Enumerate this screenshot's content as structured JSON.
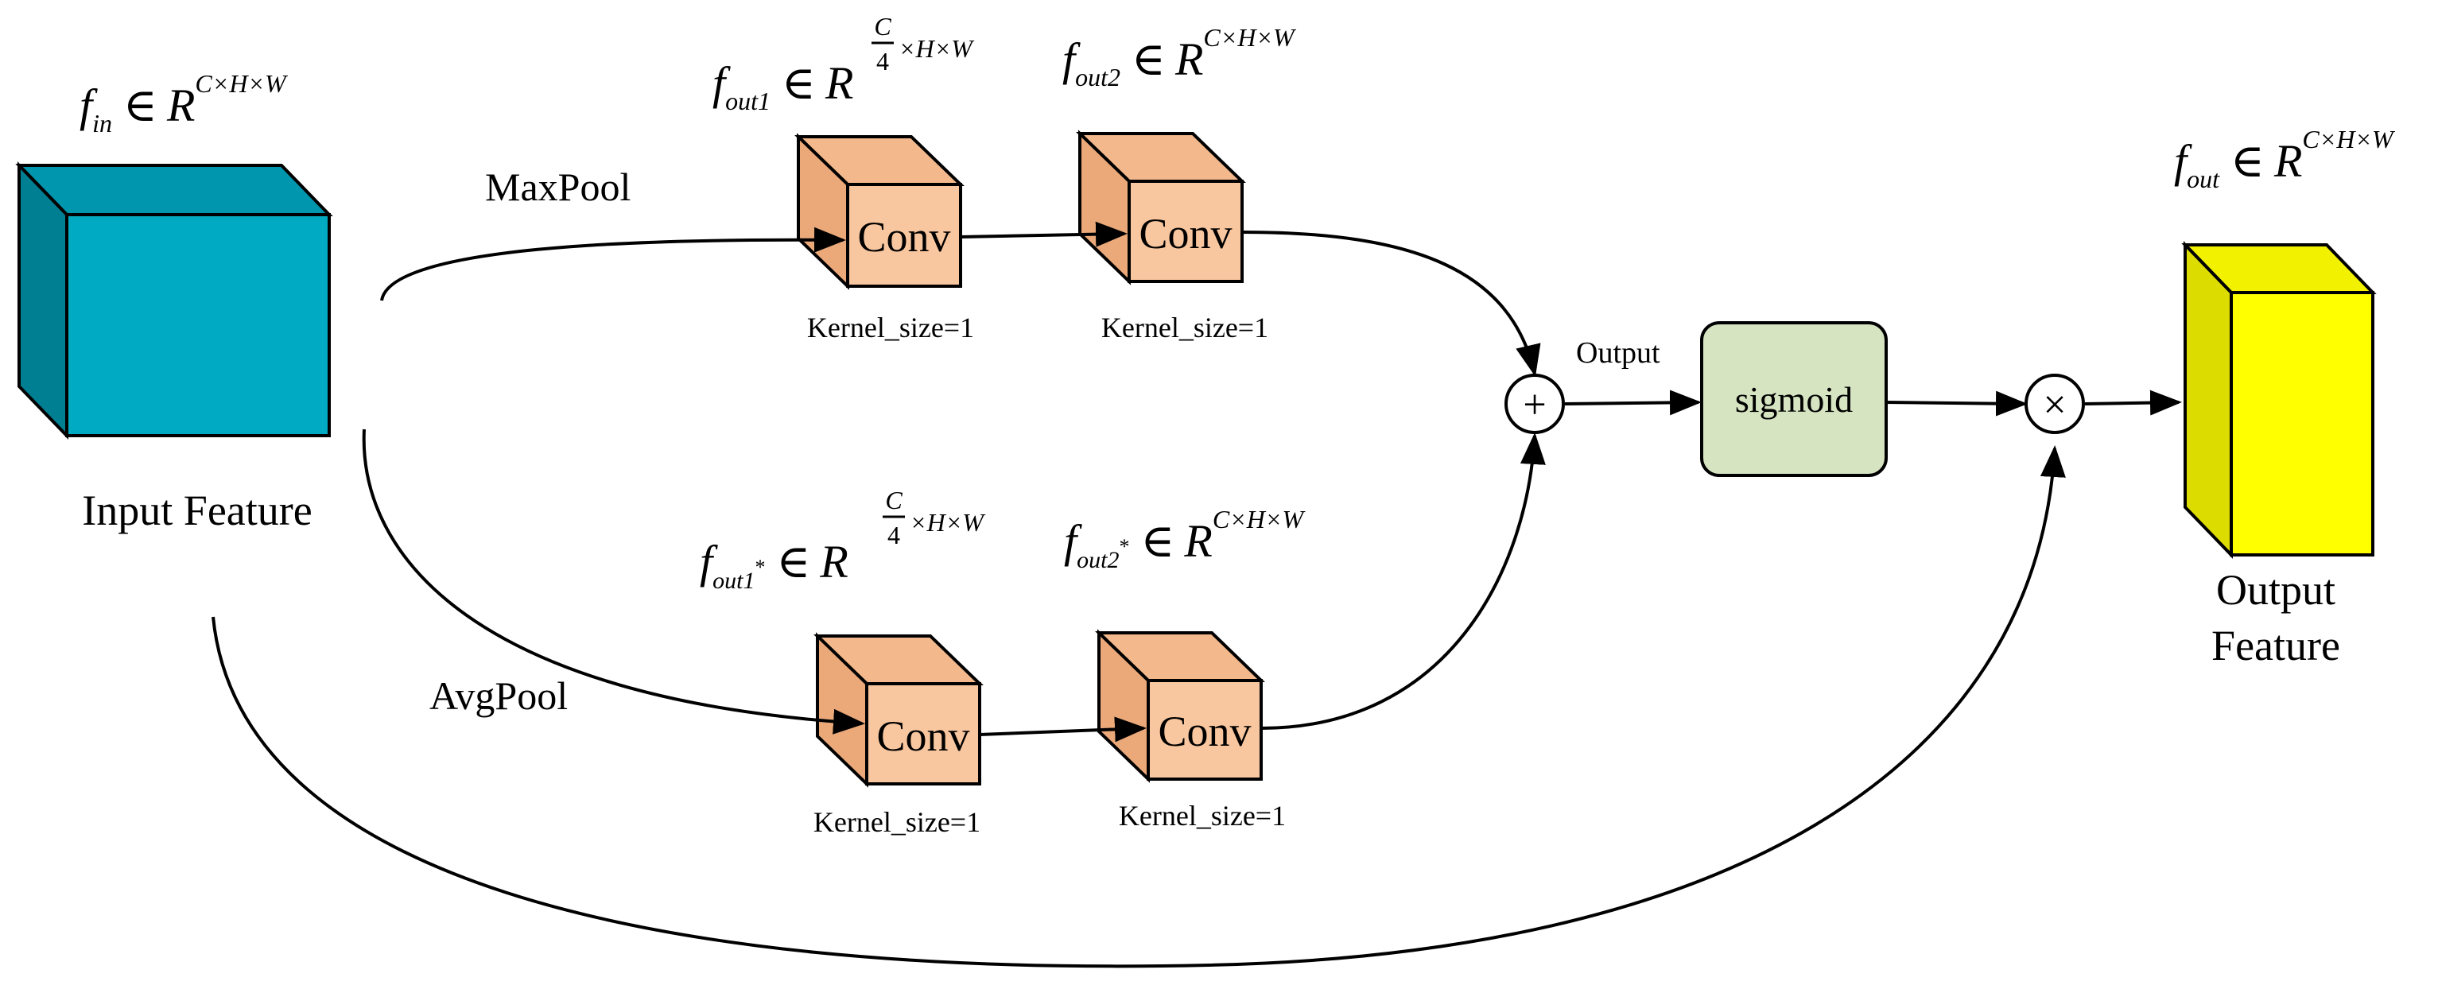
{
  "colors": {
    "input_feature": "#00AAC3",
    "input_feature_top": "#0096AE",
    "input_feature_side": "#007F93",
    "conv": "#F9C79F",
    "conv_top": "#F3B98C",
    "conv_side": "#EBA97A",
    "sigmoid": "#D6E4C1",
    "output_feature": "#FFFF00",
    "output_feature_top": "#F2F200",
    "output_feature_side": "#DCDC00",
    "stroke": "#000000"
  },
  "nodes": {
    "input_feature": {
      "label": "Input Feature"
    },
    "output_feature": {
      "label_line1": "Output",
      "label_line2": "Feature"
    },
    "sigmoid": {
      "label": "sigmoid"
    },
    "add_op": {
      "symbol": "+"
    },
    "mul_op": {
      "symbol": "×"
    },
    "conv_top_1": {
      "label": "Conv",
      "kernel": "Kernel_size=1"
    },
    "conv_top_2": {
      "label": "Conv",
      "kernel": "Kernel_size=1"
    },
    "conv_bottom_1": {
      "label": "Conv",
      "kernel": "Kernel_size=1"
    },
    "conv_bottom_2": {
      "label": "Conv",
      "kernel": "Kernel_size=1"
    }
  },
  "edge_labels": {
    "maxpool": "MaxPool",
    "avgpool": "AvgPool",
    "output": "Output"
  },
  "formulas": {
    "f_in": {
      "f": "f",
      "sub": "in",
      "in": "∈",
      "R": "R",
      "sup": "C×H×W"
    },
    "f_out1": {
      "f": "f",
      "sub": "out1",
      "in": "∈",
      "R": "R",
      "frac_num": "C",
      "frac_den": "4",
      "sup_rest": "×H×W"
    },
    "f_out2": {
      "f": "f",
      "sub": "out2",
      "in": "∈",
      "R": "R",
      "sup": "C×H×W"
    },
    "f_out1s": {
      "f": "f",
      "sub": "out1",
      "star": "*",
      "in": "∈",
      "R": "R",
      "frac_num": "C",
      "frac_den": "4",
      "sup_rest": "×H×W"
    },
    "f_out2s": {
      "f": "f",
      "sub": "out2",
      "star": "*",
      "in": "∈",
      "R": "R",
      "sup": "C×H×W"
    },
    "f_out": {
      "f": "f",
      "sub": "out",
      "in": "∈",
      "R": "R",
      "sup": "C×H×W"
    }
  }
}
